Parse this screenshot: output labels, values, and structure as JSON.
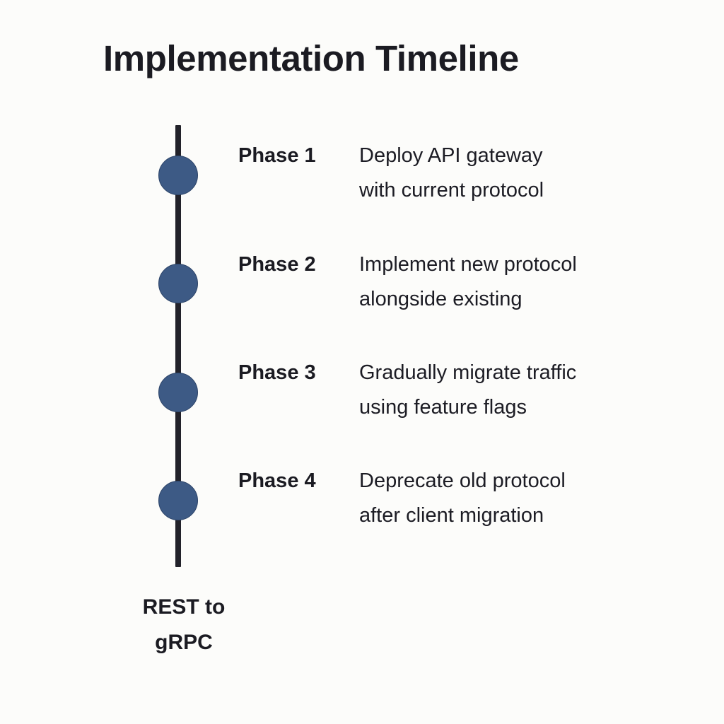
{
  "diagram": {
    "title": "Implementation Timeline",
    "caption": {
      "line1": "REST to",
      "line2": "gRPC"
    },
    "colors": {
      "background": "#fcfcfa",
      "node_fill": "#3d5a85",
      "node_stroke": "#2d4468",
      "axis": "#22222a",
      "title_text": "#1b1b22",
      "body_text": "#1c1c24"
    },
    "phases": [
      {
        "label": "Phase 1",
        "desc_line1": "Deploy API gateway",
        "desc_line2": "with current protocol"
      },
      {
        "label": "Phase 2",
        "desc_line1": "Implement new protocol",
        "desc_line2": "alongside existing"
      },
      {
        "label": "Phase 3",
        "desc_line1": "Gradually migrate traffic",
        "desc_line2": "using feature flags"
      },
      {
        "label": "Phase 4",
        "desc_line1": "Deprecate old protocol",
        "desc_line2": "after client migration"
      }
    ]
  }
}
